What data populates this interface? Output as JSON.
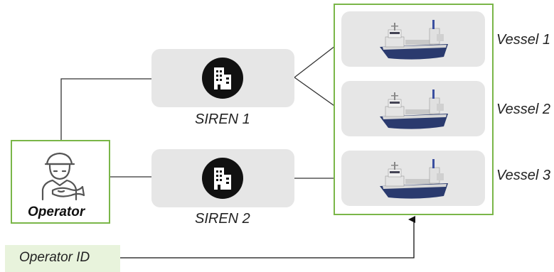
{
  "operator": {
    "label": "Operator",
    "icon": "fisherman-icon"
  },
  "sirens": [
    {
      "label": "SIREN 1",
      "icon": "office-building-icon"
    },
    {
      "label": "SIREN 2",
      "icon": "office-building-icon"
    }
  ],
  "vessels": [
    {
      "label": "Vessel 1",
      "icon": "fishing-vessel-icon"
    },
    {
      "label": "Vessel 2",
      "icon": "fishing-vessel-icon"
    },
    {
      "label": "Vessel 3",
      "icon": "fishing-vessel-icon"
    }
  ],
  "operator_id": {
    "label": "Operator ID"
  },
  "colors": {
    "frame_green": "#7ab648",
    "box_grey": "#e6e6e6",
    "id_fill": "#e8f3dc",
    "line": "#333333"
  }
}
